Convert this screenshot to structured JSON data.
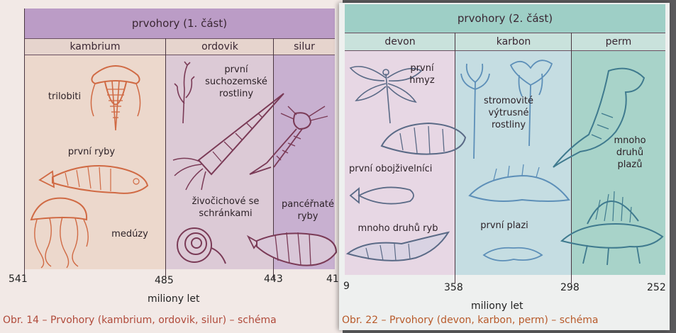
{
  "left": {
    "title": "prvohory (1. část)",
    "periods": [
      "kambrium",
      "ordovik",
      "silur"
    ],
    "labels": {
      "trilobites": "trilobiti",
      "first_fish": "první ryby",
      "jellyfish": "medúzy",
      "land_plants": "první suchozemské rostliny",
      "shelled": "živočichové se schránkami",
      "armored_fish": "pancéřnaté ryby"
    },
    "ticks": [
      "541",
      "485",
      "443",
      "41"
    ],
    "axis_title": "miliony let",
    "caption": "Obr. 14 – Prvohory (kambrium, ordovik, silur) – schéma"
  },
  "right": {
    "title": "prvohory (2. část)",
    "periods": [
      "devon",
      "karbon",
      "perm"
    ],
    "labels": {
      "insects": "první hmyz",
      "amphibians": "první obojživelníci",
      "many_fish": "mnoho druhů ryb",
      "tree_plants": "stromovité výtrusné rostliny",
      "reptiles": "první plazi",
      "many_reptiles": "mnoho druhů plazů"
    },
    "ticks": [
      "9",
      "358",
      "298",
      "252"
    ],
    "axis_title": "miliony let",
    "caption": "Obr. 22 – Prvohory (devon, karbon, perm) – schéma"
  },
  "colors": {
    "left_title_band": "#bb9cc6",
    "left_period_band": "#e6d4cd",
    "kambrium_bg": "#ecd8cc",
    "ordovik_bg": "#dccad6",
    "silur_bg": "#c8b0d0",
    "right_title_band": "#9ecfc6",
    "right_period_band": "#c9e2dc",
    "devon_bg": "#e7d7e4",
    "karbon_bg": "#c5dde2",
    "perm_bg": "#a8d3c9",
    "kambrium_ink": "#d06a44",
    "ordovik_ink": "#7a3a56",
    "devon_ink": "#5a6a86",
    "karbon_ink": "#5d8fb8",
    "perm_ink": "#3f7a8e",
    "caption_left": "#b04a3a",
    "caption_right": "#b85a2a"
  }
}
